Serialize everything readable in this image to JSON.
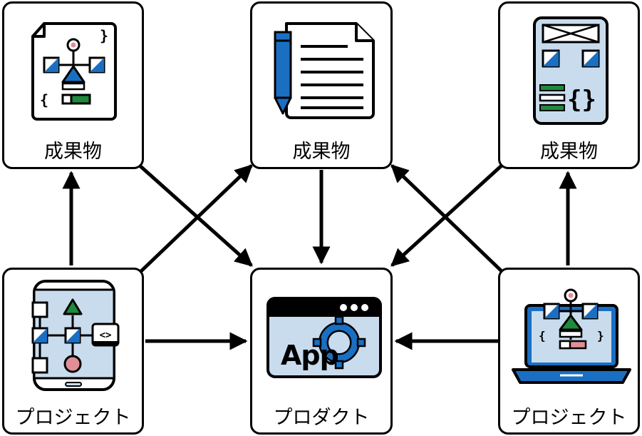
{
  "nodes": {
    "artifact_left": {
      "label": "成果物"
    },
    "artifact_center": {
      "label": "成果物"
    },
    "artifact_right": {
      "label": "成果物"
    },
    "project_left": {
      "label": "プロジェクト"
    },
    "product_center": {
      "label": "プロダクト"
    },
    "project_right": {
      "label": "プロジェクト"
    }
  },
  "product_icon": {
    "text": "App"
  },
  "colors": {
    "blue": "#1a6fc2",
    "light_blue": "#c9dcee",
    "green": "#1f8a3c",
    "pink": "#e08f97"
  },
  "edges": [
    {
      "from": "project_left",
      "to": "artifact_left"
    },
    {
      "from": "project_left",
      "to": "artifact_center"
    },
    {
      "from": "project_left",
      "to": "product_center"
    },
    {
      "from": "artifact_left",
      "to": "product_center"
    },
    {
      "from": "artifact_center",
      "to": "product_center"
    },
    {
      "from": "artifact_right",
      "to": "product_center"
    },
    {
      "from": "project_right",
      "to": "artifact_right"
    },
    {
      "from": "project_right",
      "to": "artifact_center"
    },
    {
      "from": "project_right",
      "to": "product_center"
    }
  ]
}
